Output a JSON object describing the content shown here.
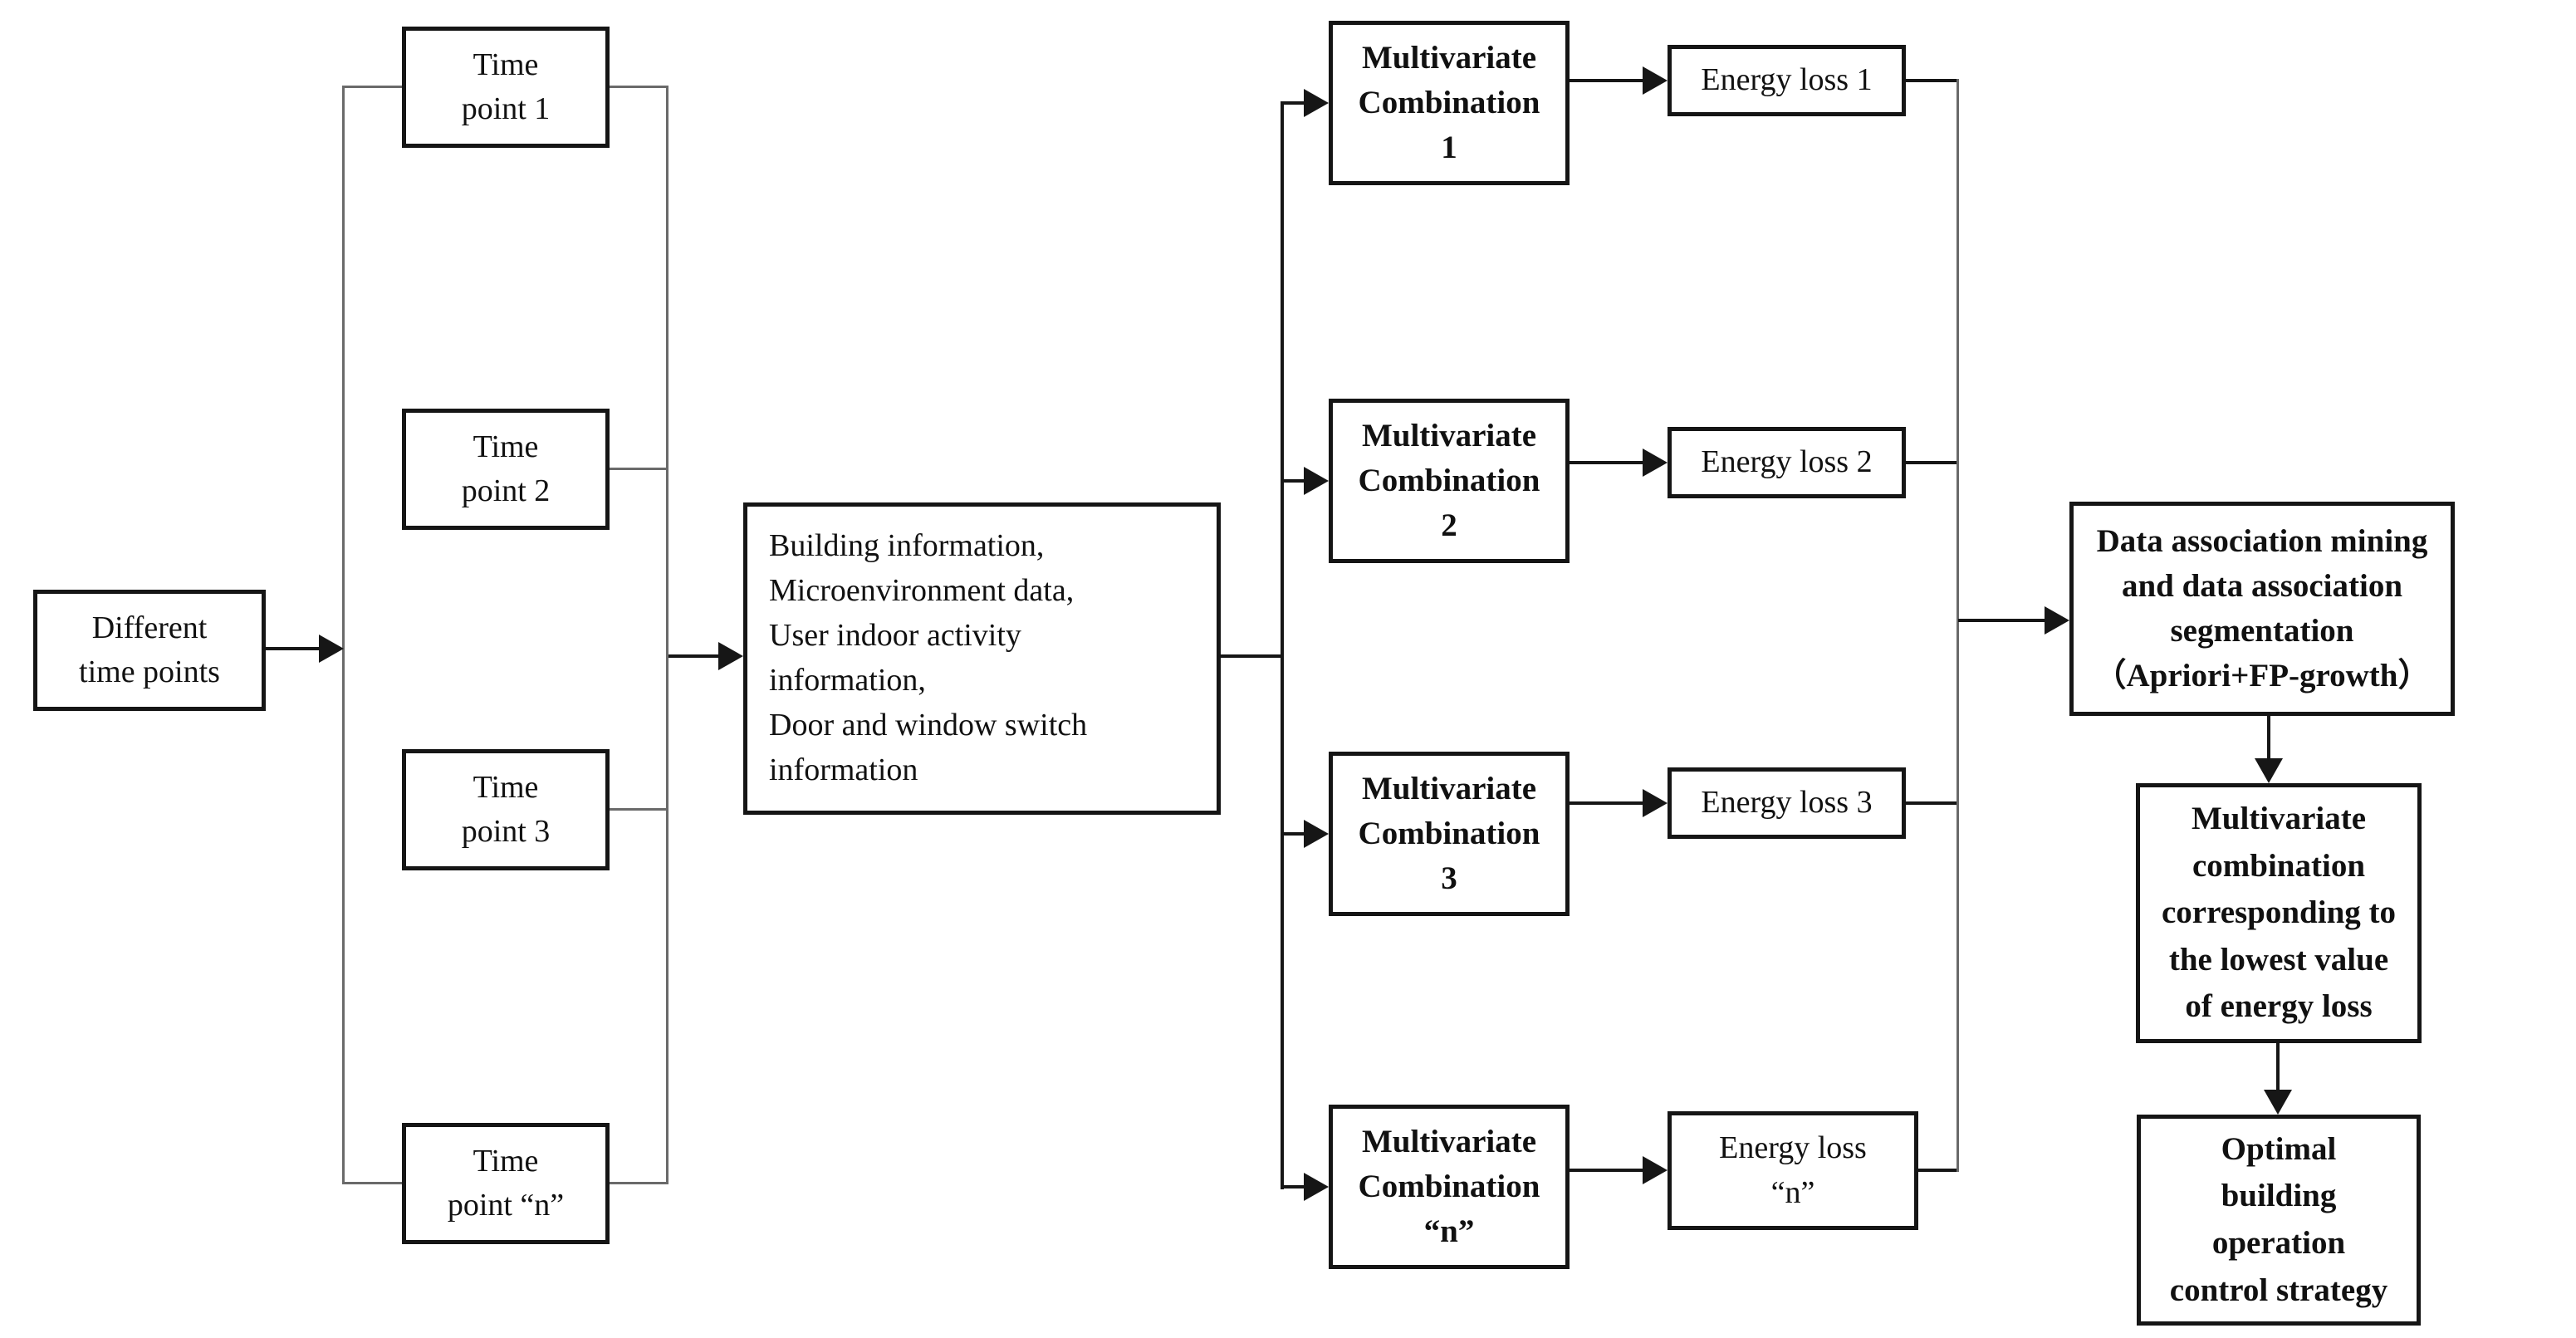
{
  "colors": {
    "background": "#ffffff",
    "box_border": "#151515",
    "trunk_line": "#6a6a6a",
    "arrow": "#161616"
  },
  "nodes": {
    "different_time_points": {
      "label": "Different\ntime points"
    },
    "time_point_1": {
      "label": "Time\npoint 1"
    },
    "time_point_2": {
      "label": "Time\npoint 2"
    },
    "time_point_3": {
      "label": "Time\npoint 3"
    },
    "time_point_n": {
      "label": "Time\npoint “n”"
    },
    "input_information": {
      "label": "Building information,\nMicroenvironment data,\nUser indoor activity\ninformation,\nDoor and window switch\ninformation"
    },
    "multivariate_combination_1": {
      "label": "Multivariate\nCombination\n1"
    },
    "multivariate_combination_2": {
      "label": "Multivariate\nCombination\n2"
    },
    "multivariate_combination_3": {
      "label": "Multivariate\nCombination\n3"
    },
    "multivariate_combination_n": {
      "label": "Multivariate\nCombination\n“n”"
    },
    "energy_loss_1": {
      "label": "Energy loss 1"
    },
    "energy_loss_2": {
      "label": "Energy loss 2"
    },
    "energy_loss_3": {
      "label": "Energy loss 3"
    },
    "energy_loss_n": {
      "label": "Energy loss\n“n”"
    },
    "data_association": {
      "label": "Data association mining\nand data association\nsegmentation\n（Apriori+FP-growth）"
    },
    "lowest_energy_combination": {
      "label": "Multivariate\ncombination\ncorresponding to\nthe lowest value\nof energy loss"
    },
    "optimal_strategy": {
      "label": "Optimal\nbuilding\noperation\ncontrol strategy"
    }
  }
}
